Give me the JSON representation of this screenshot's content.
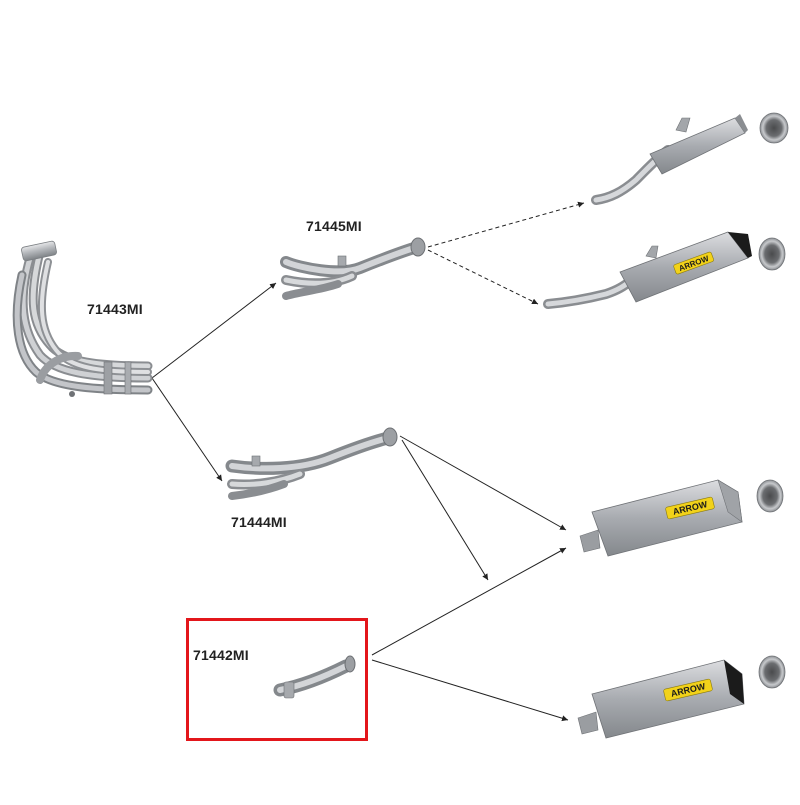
{
  "labels": {
    "headers": "71443MI",
    "link_pipe_a": "71445MI",
    "link_pipe_b": "71444MI",
    "link_pipe_c": "71442MI"
  },
  "brand": {
    "silencer_logo": "ARROW"
  },
  "colors": {
    "highlight": "#e3161b",
    "steel": "#b9bcc0",
    "carbon_cap": "#1b1b1b",
    "logo_yellow": "#f2d21a",
    "connector_line": "#222222"
  },
  "highlighted_part": "71442MI"
}
